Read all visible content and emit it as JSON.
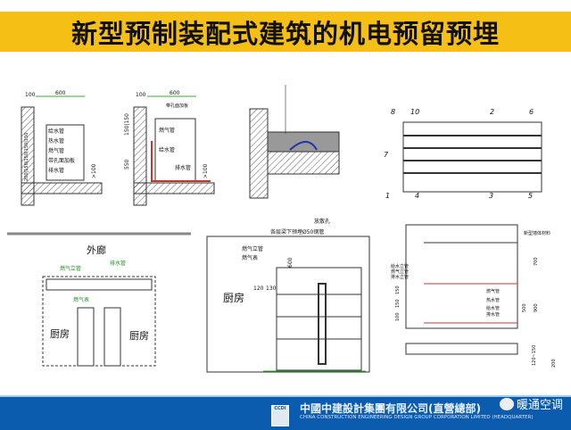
{
  "title": "新型预制装配式建筑的机电预留预埋",
  "colors": {
    "title_bar": "#f6bf15",
    "footer": "#0b5cae",
    "dim_line": "#2bb32b",
    "pipe_red": "#c0392b"
  },
  "drawing1": {
    "dim_left": "100",
    "dim_width": "600",
    "dim_vertical": "200|150|150|150|150",
    "dim_floor": ">100",
    "labels": [
      "给水管",
      "热水管",
      "燃气管",
      "带孔面加板",
      "排水管"
    ]
  },
  "drawing2": {
    "dim_left": "100",
    "dim_width": "600",
    "dim_top": "150|150",
    "dim_mid": "550",
    "dim_floor": ">100",
    "labels": [
      "带孔面加板",
      "燃气管",
      "给水管",
      "排水管"
    ]
  },
  "drawing4": {
    "numbers": [
      "8",
      "10",
      "2",
      "6",
      "7",
      "1",
      "4",
      "3",
      "5"
    ]
  },
  "plan_left": {
    "corridor": "外廊",
    "gas_riser": "燃气立管",
    "drain": "排水管",
    "gas_meter": "燃气表",
    "kitchen_left": "厨房",
    "kitchen_right": "厨房"
  },
  "plan_mid": {
    "vent": "放散孔",
    "embed_note": "各层梁下预埋Ø50钢管",
    "gas_riser": "燃气立管",
    "gas_meter": "燃气表",
    "dim_600": "600",
    "dim_120": "120",
    "dim_130": "130",
    "kitchen": "厨房"
  },
  "section_right": {
    "wall_material": "新型墙体材料",
    "water_riser": "给水立管",
    "gas_riser": "燃气立管",
    "drain_riser": "排水立管",
    "pipes": [
      "燃气管",
      "热水管",
      "给水管",
      "排水管"
    ],
    "dim_700": "700",
    "dim_500": "500",
    "dim_900": "900",
    "dim_slab": "120~150",
    "dim_200": "200",
    "dims_left": [
      "150",
      "150",
      "100"
    ]
  },
  "footer": {
    "logo": "CCDI",
    "company_cn": "中國中建設計集團有限公司(直營總部)",
    "company_en": "CHINA CONSTRUCTION ENGINEERING DESIGN GROUP CORPORATION LIMITED (HEADQUARTER)",
    "watermark": "暖通空调"
  }
}
